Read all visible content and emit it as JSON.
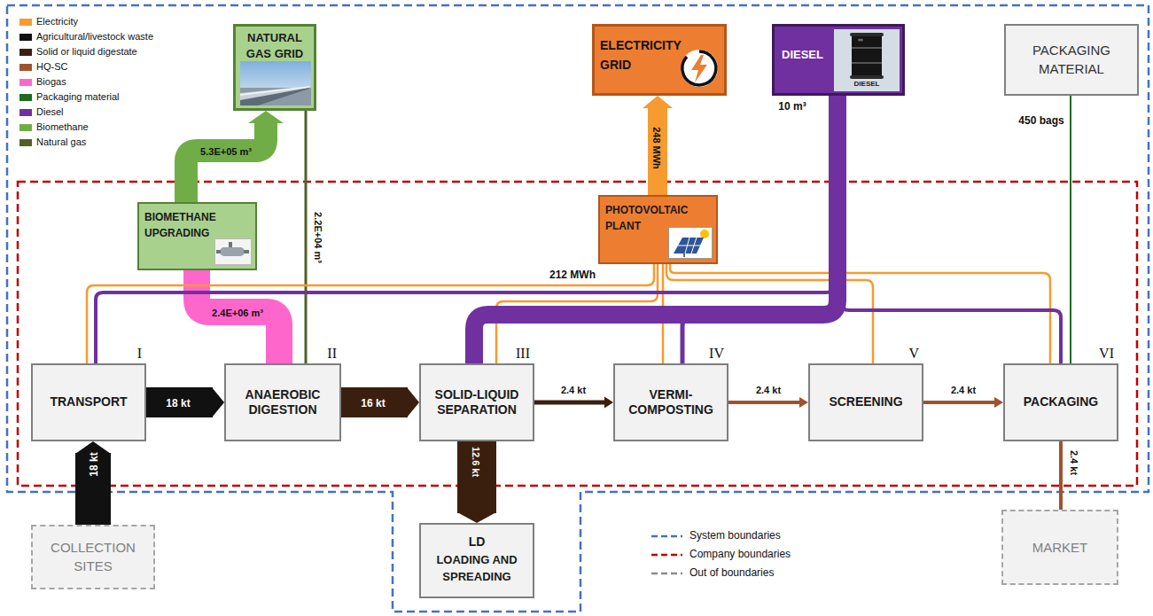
{
  "diagram": {
    "nodes": [
      {
        "text": [
          "NATURAL GAS GRID"
        ]
      },
      {
        "text": [
          "ELECTRICITY GRID"
        ]
      },
      {
        "text": [
          "DIESEL",
          "DIESEL"
        ]
      },
      {
        "text": [
          "PACKAGING MATERIAL"
        ]
      },
      {
        "text": [
          "BIOMETHANE UPGRADING"
        ]
      },
      {
        "text": [
          "PHOTOVOLTAIC PLANT"
        ]
      },
      {
        "text": [
          "TRANSPORT",
          "I"
        ]
      },
      {
        "text": [
          "ANAEROBIC DIGESTION",
          "II"
        ]
      },
      {
        "text": [
          "SOLID-LIQUID SEPARATION",
          "III"
        ]
      },
      {
        "text": [
          "VERMI-COMPOSTING",
          "IV"
        ]
      },
      {
        "text": [
          "SCREENING",
          "V"
        ]
      },
      {
        "text": [
          "PACKAGING",
          "VI"
        ]
      },
      {
        "text": [
          "COLLECTION SITES"
        ]
      },
      {
        "text": [
          "LD",
          "LOADING AND SPREADING"
        ]
      },
      {
        "text": [
          "MARKET"
        ]
      }
    ],
    "edges": [
      {
        "from": 12,
        "to": 6,
        "arrow": "to",
        "label": "18 kt"
      },
      {
        "from": 6,
        "to": 7,
        "arrow": "to",
        "label": "18 kt"
      },
      {
        "from": 7,
        "to": 8,
        "arrow": "to",
        "label": "16 kt"
      },
      {
        "from": 8,
        "to": 9,
        "arrow": "to",
        "label": "2.4 kt"
      },
      {
        "from": 9,
        "to": 10,
        "arrow": "to",
        "label": "2.4 kt"
      },
      {
        "from": 10,
        "to": 11,
        "arrow": "to",
        "label": "2.4 kt"
      },
      {
        "from": 8,
        "to": 13,
        "arrow": "to",
        "label": "12.6 kt"
      },
      {
        "from": 11,
        "to": 14,
        "arrow": "none",
        "label": "2.4 kt"
      },
      {
        "from": 7,
        "to": 4,
        "arrow": "none",
        "label": "2.4E+06 m³"
      },
      {
        "from": 4,
        "to": 0,
        "arrow": "to",
        "label": "5.3E+05 m³"
      },
      {
        "from": 0,
        "to": 7,
        "arrow": "none",
        "label": "2.2E+04 m³"
      },
      {
        "from": 5,
        "to": 1,
        "arrow": "to",
        "label": "248 MWh"
      },
      {
        "from": 5,
        "to": 6,
        "arrow": "none"
      },
      {
        "from": 5,
        "to": 8,
        "arrow": "none"
      },
      {
        "from": 5,
        "to": 9,
        "arrow": "none"
      },
      {
        "from": 5,
        "to": 10,
        "arrow": "none"
      },
      {
        "from": 5,
        "to": 11,
        "arrow": "none"
      },
      {
        "from": 2,
        "to": 6,
        "arrow": "none"
      },
      {
        "from": 2,
        "to": 8,
        "arrow": "none"
      },
      {
        "from": 2,
        "to": 9,
        "arrow": "none"
      },
      {
        "from": 2,
        "to": 11,
        "arrow": "none"
      },
      {
        "from": 3,
        "to": 11,
        "arrow": "none"
      }
    ],
    "labels": [
      "212 MWh",
      "10 m³",
      "450 bags"
    ],
    "legend": [
      {
        "text": "Electricity",
        "color": "#f79a30"
      },
      {
        "text": "Agricultural/livestock waste",
        "color": "#111111"
      },
      {
        "text": "Solid or liquid digestate",
        "color": "#3b1f0e"
      },
      {
        "text": "HQ-SC",
        "color": "#a0522d"
      },
      {
        "text": "Biogas",
        "color": "#ff66cc"
      },
      {
        "text": "Packaging material",
        "color": "#1e6b1e"
      },
      {
        "text": "Diesel",
        "color": "#7030a0"
      },
      {
        "text": "Biomethane",
        "color": "#70ad47"
      },
      {
        "text": "Natural gas",
        "color": "#4f6228"
      },
      {
        "text": "System boundaries"
      },
      {
        "text": "Company boundaries"
      },
      {
        "text": "Out of boundaries"
      }
    ]
  }
}
